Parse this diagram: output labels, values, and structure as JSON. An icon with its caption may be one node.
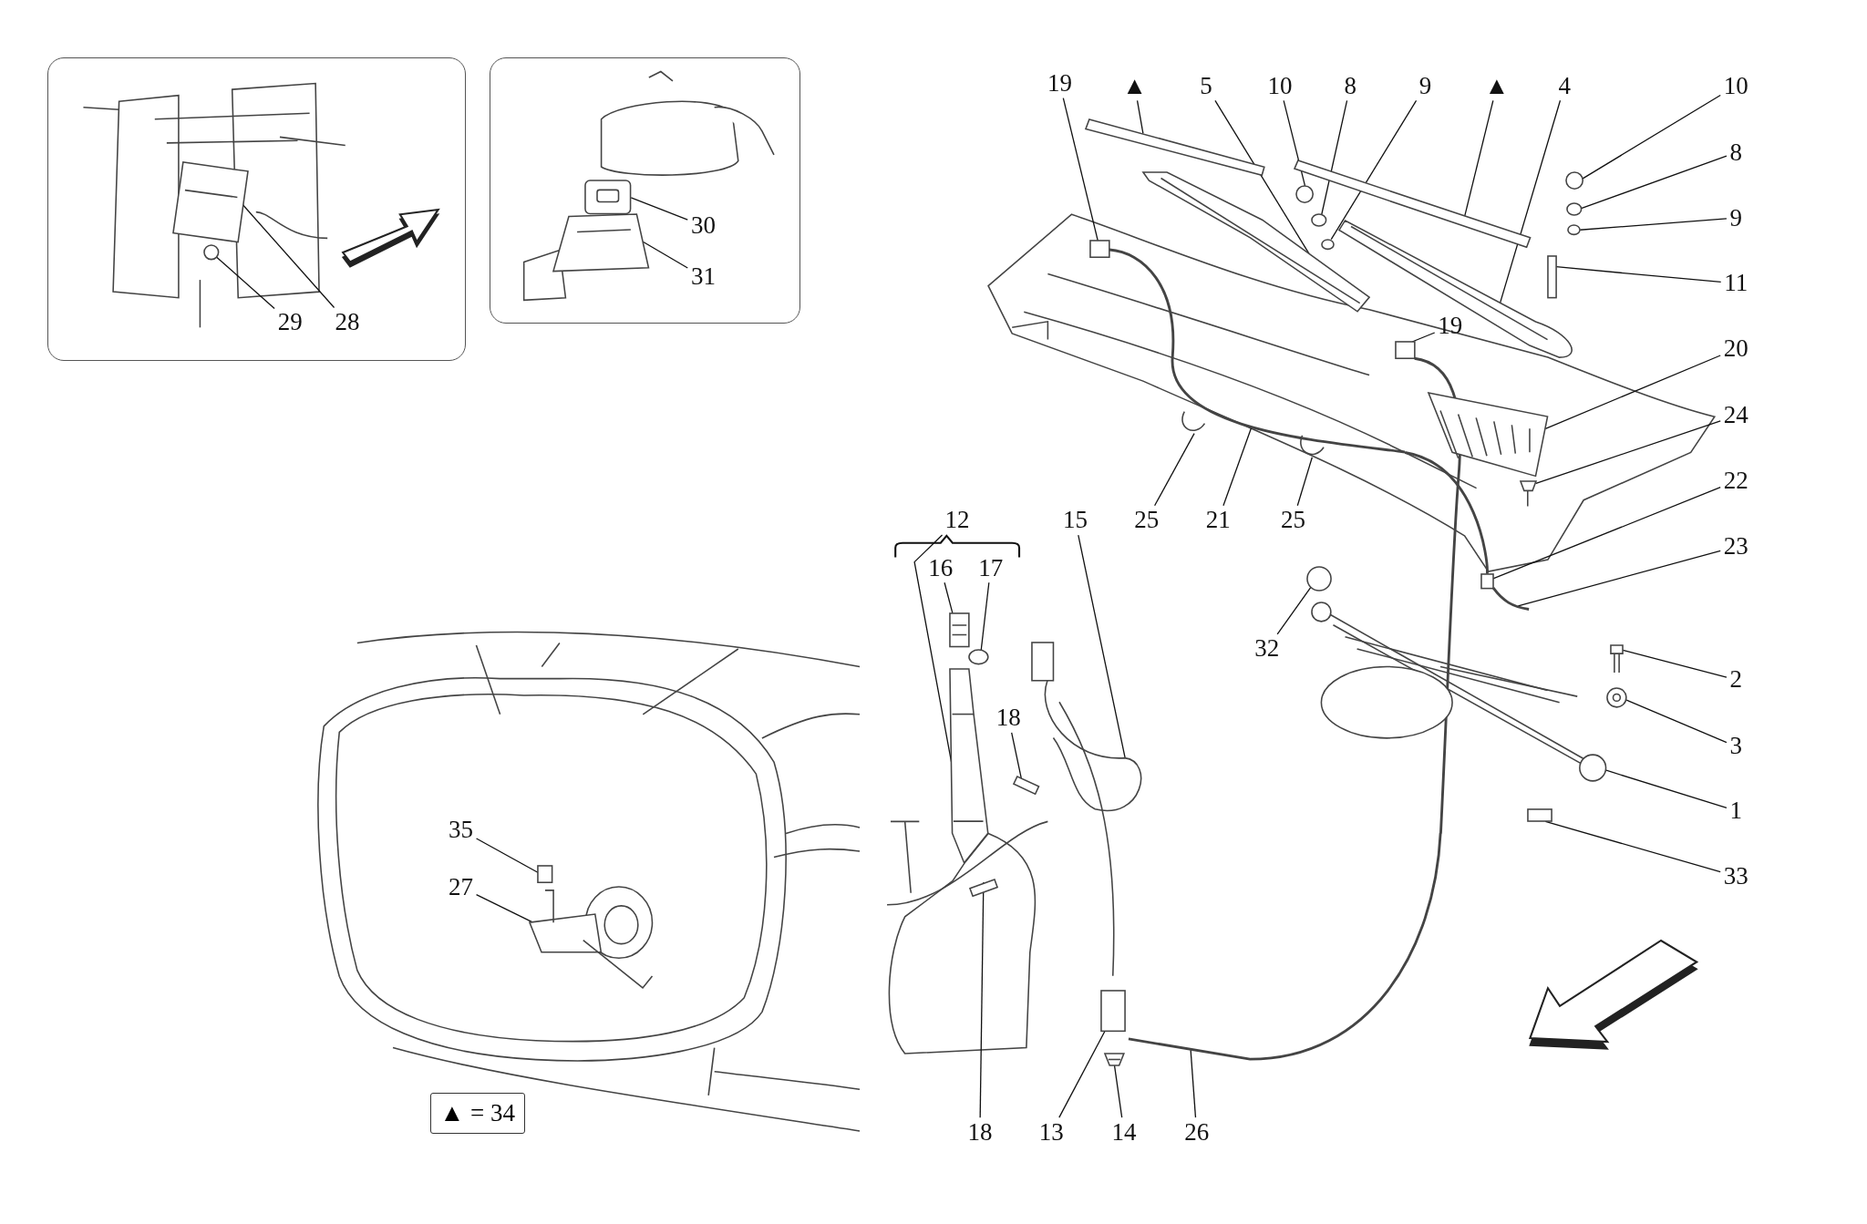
{
  "diagram": {
    "nodes": [
      {
        "text": [],
        "shape": "box"
      },
      {
        "text": [],
        "shape": "box"
      },
      {
        "text": [
          "28"
        ],
        "in": 0
      },
      {
        "text": [
          "29"
        ],
        "in": 0
      },
      {
        "text": [
          "30"
        ],
        "in": 1
      },
      {
        "text": [
          "31"
        ],
        "in": 1
      },
      {
        "text": [
          "19"
        ]
      },
      {
        "text": [
          "▲"
        ]
      },
      {
        "text": [
          "5"
        ]
      },
      {
        "text": [
          "10"
        ]
      },
      {
        "text": [
          "8"
        ]
      },
      {
        "text": [
          "9"
        ]
      },
      {
        "text": [
          "▲"
        ]
      },
      {
        "text": [
          "4"
        ]
      },
      {
        "text": [
          "10"
        ]
      },
      {
        "text": [
          "8"
        ]
      },
      {
        "text": [
          "9"
        ]
      },
      {
        "text": [
          "11"
        ]
      },
      {
        "text": [
          "19"
        ]
      },
      {
        "text": [
          "20"
        ]
      },
      {
        "text": [
          "24"
        ]
      },
      {
        "text": [
          "22"
        ]
      },
      {
        "text": [
          "23"
        ]
      },
      {
        "text": [
          "25"
        ]
      },
      {
        "text": [
          "21"
        ]
      },
      {
        "text": [
          "25"
        ]
      },
      {
        "text": [
          "32"
        ]
      },
      {
        "text": [
          "2"
        ]
      },
      {
        "text": [
          "3"
        ]
      },
      {
        "text": [
          "1"
        ]
      },
      {
        "text": [
          "33"
        ]
      },
      {
        "text": [
          "12"
        ]
      },
      {
        "text": [
          "16"
        ]
      },
      {
        "text": [
          "17"
        ]
      },
      {
        "text": [
          "18"
        ]
      },
      {
        "text": [
          "15"
        ]
      },
      {
        "text": [
          "18"
        ]
      },
      {
        "text": [
          "13"
        ]
      },
      {
        "text": [
          "14"
        ]
      },
      {
        "text": [
          "26"
        ]
      },
      {
        "text": [
          "35"
        ]
      },
      {
        "text": [
          "27"
        ]
      },
      {
        "text": [
          "▲ = 34"
        ]
      },
      {
        "text": [],
        "shape": "picture",
        "in": 0
      },
      {
        "text": [],
        "shape": "circle",
        "in": 0
      },
      {
        "text": [],
        "shape": "picture",
        "in": 1
      },
      {
        "text": [],
        "shape": "picture",
        "in": 1
      },
      {
        "text": [],
        "shape": "bar"
      },
      {
        "text": [],
        "shape": "picture"
      },
      {
        "text": [],
        "shape": "circle"
      },
      {
        "text": [],
        "shape": "circle"
      },
      {
        "text": [],
        "shape": "circle"
      },
      {
        "text": [],
        "shape": "bar"
      },
      {
        "text": [],
        "shape": "picture"
      },
      {
        "text": [],
        "shape": "circle"
      },
      {
        "text": [],
        "shape": "circle"
      },
      {
        "text": [],
        "shape": "circle"
      },
      {
        "text": [],
        "shape": "box"
      },
      {
        "text": [],
        "shape": "box"
      },
      {
        "text": [],
        "shape": "box"
      },
      {
        "text": [],
        "shape": "picture"
      },
      {
        "text": [],
        "shape": "picture"
      },
      {
        "text": [],
        "shape": "box"
      },
      {
        "text": [],
        "shape": "picture"
      },
      {
        "text": [],
        "shape": "picture"
      },
      {
        "text": [],
        "shape": "picture",
        "in": 64
      },
      {
        "text": [],
        "shape": "picture",
        "in": 64
      },
      {
        "text": [],
        "shape": "circle"
      },
      {
        "text": [],
        "shape": "picture"
      },
      {
        "text": [],
        "shape": "picture"
      },
      {
        "text": [],
        "shape": "picture"
      },
      {
        "text": [],
        "shape": "box"
      },
      {
        "text": [],
        "shape": "picture"
      },
      {
        "text": [],
        "shape": "picture"
      },
      {
        "text": [],
        "shape": "circle"
      },
      {
        "text": [],
        "shape": "bar"
      },
      {
        "text": [],
        "shape": "picture"
      },
      {
        "text": [],
        "shape": "bar"
      },
      {
        "text": [],
        "shape": "box"
      },
      {
        "text": [],
        "shape": "picture"
      },
      {
        "text": [],
        "shape": "picture"
      },
      {
        "text": [],
        "shape": "box"
      },
      {
        "text": [],
        "shape": "picture"
      }
    ],
    "edges": [
      {
        "from": 2,
        "to": 43,
        "arrow": "none"
      },
      {
        "from": 3,
        "to": 44,
        "arrow": "none"
      },
      {
        "from": 4,
        "to": 45,
        "arrow": "none"
      },
      {
        "from": 5,
        "to": 46,
        "arrow": "none"
      },
      {
        "from": 6,
        "to": 58,
        "arrow": "none"
      },
      {
        "from": 7,
        "to": 47,
        "arrow": "none"
      },
      {
        "from": 8,
        "to": 48,
        "arrow": "none"
      },
      {
        "from": 9,
        "to": 49,
        "arrow": "none"
      },
      {
        "from": 10,
        "to": 50,
        "arrow": "none"
      },
      {
        "from": 11,
        "to": 51,
        "arrow": "none"
      },
      {
        "from": 12,
        "to": 52,
        "arrow": "none"
      },
      {
        "from": 13,
        "to": 53,
        "arrow": "none"
      },
      {
        "from": 14,
        "to": 54,
        "arrow": "none"
      },
      {
        "from": 15,
        "to": 55,
        "arrow": "none"
      },
      {
        "from": 16,
        "to": 56,
        "arrow": "none"
      },
      {
        "from": 17,
        "to": 57,
        "arrow": "none"
      },
      {
        "from": 18,
        "to": 59,
        "arrow": "none"
      },
      {
        "from": 19,
        "to": 60,
        "arrow": "none"
      },
      {
        "from": 20,
        "to": 61,
        "arrow": "none"
      },
      {
        "from": 21,
        "to": 62,
        "arrow": "none"
      },
      {
        "from": 22,
        "to": 63,
        "arrow": "none"
      },
      {
        "from": 23,
        "to": 65,
        "arrow": "none"
      },
      {
        "from": 24,
        "to": 64,
        "arrow": "none"
      },
      {
        "from": 25,
        "to": 66,
        "arrow": "none"
      },
      {
        "from": 26,
        "to": 67,
        "arrow": "none"
      },
      {
        "from": 27,
        "to": 68,
        "arrow": "none"
      },
      {
        "from": 28,
        "to": 69,
        "arrow": "none"
      },
      {
        "from": 29,
        "to": 70,
        "arrow": "none"
      },
      {
        "from": 30,
        "to": 71,
        "arrow": "none"
      },
      {
        "from": 31,
        "to": 72,
        "arrow": "none"
      },
      {
        "from": 32,
        "to": 73,
        "arrow": "none"
      },
      {
        "from": 33,
        "to": 74,
        "arrow": "none"
      },
      {
        "from": 34,
        "to": 75,
        "arrow": "none"
      },
      {
        "from": 35,
        "to": 76,
        "arrow": "none"
      },
      {
        "from": 36,
        "to": 77,
        "arrow": "none"
      },
      {
        "from": 37,
        "to": 78,
        "arrow": "none"
      },
      {
        "from": 38,
        "to": 79,
        "arrow": "none"
      },
      {
        "from": 39,
        "to": 80,
        "arrow": "none"
      },
      {
        "from": 40,
        "to": 81,
        "arrow": "none"
      },
      {
        "from": 41,
        "to": 82,
        "arrow": "none"
      }
    ]
  }
}
